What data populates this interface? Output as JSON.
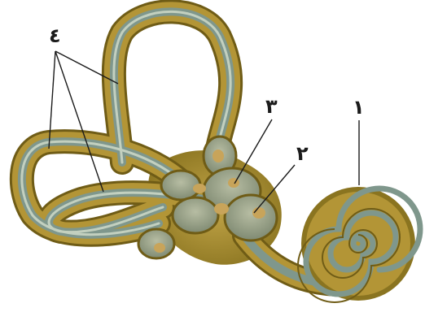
{
  "labels": [
    {
      "id": "label-1",
      "text": "١"
    },
    {
      "id": "label-2",
      "text": "٢"
    },
    {
      "id": "label-3",
      "text": "٣"
    },
    {
      "id": "label-4",
      "text": "٤"
    }
  ],
  "colors": {
    "tube_outer": "#7d6a1c",
    "tube_mid": "#b89a3a",
    "tube_core": "#8aa49a",
    "tube_highlight": "#c7d4c4",
    "vestibule": "#9aa18a",
    "patch": "#c8a45a",
    "line": "#1b1b1b"
  }
}
